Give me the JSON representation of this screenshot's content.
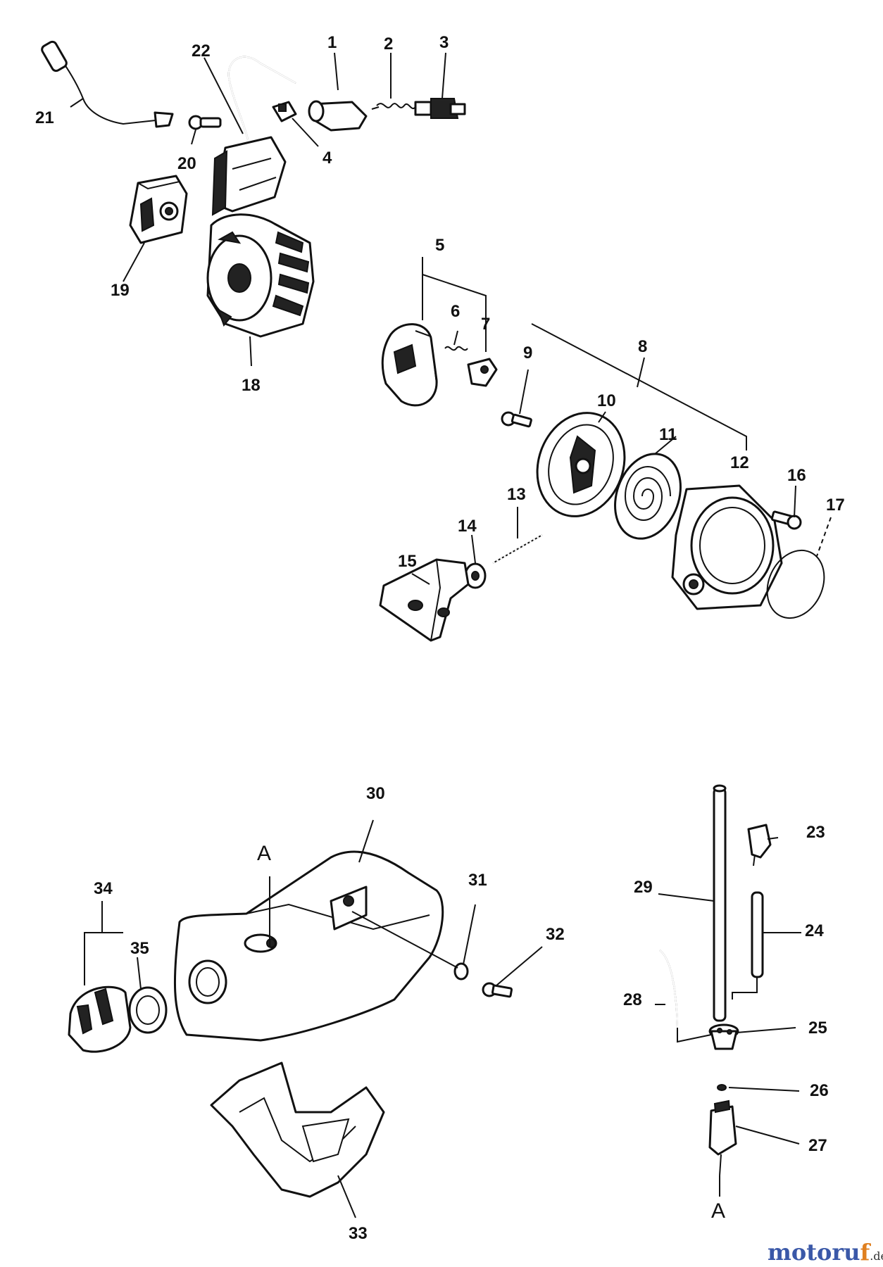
{
  "diagram": {
    "labels": {
      "p1": "1",
      "p2": "2",
      "p3": "3",
      "p4": "4",
      "p5": "5",
      "p6": "6",
      "p7": "7",
      "p8": "8",
      "p9": "9",
      "p10": "10",
      "p11": "11",
      "p12": "12",
      "p13": "13",
      "p14": "14",
      "p15": "15",
      "p16": "16",
      "p17": "17",
      "p18": "18",
      "p19": "19",
      "p20": "20",
      "p21": "21",
      "p22": "22",
      "p23": "23",
      "p24": "24",
      "p25": "25",
      "p26": "26",
      "p27": "27",
      "p28": "28",
      "p29": "29",
      "p30": "30",
      "p31": "31",
      "p32": "32",
      "p33": "33",
      "p34": "34",
      "p35": "35"
    },
    "connector_mark": "A"
  },
  "watermark": {
    "brand_start": "motoru",
    "brand_accent": "f",
    "domain": ".de"
  },
  "colors": {
    "ink": "#111111",
    "watermark_blue": "#3a58a8",
    "watermark_orange": "#e08020"
  }
}
